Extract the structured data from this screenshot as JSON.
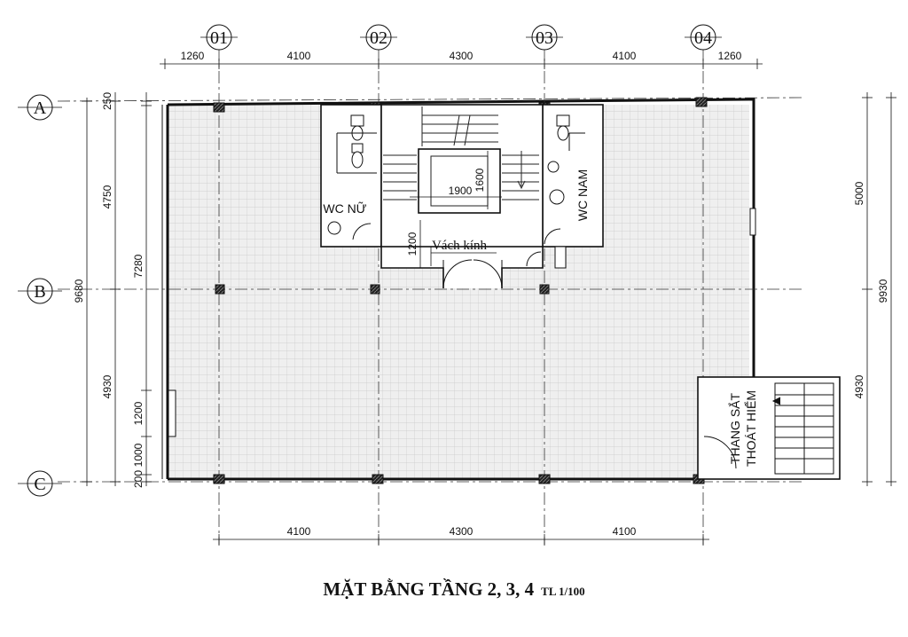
{
  "grid_axes": {
    "vertical": [
      "01",
      "02",
      "03",
      "04"
    ],
    "horizontal": [
      "A",
      "B",
      "C"
    ]
  },
  "dimensions": {
    "top": [
      "1260",
      "4100",
      "4300",
      "4100",
      "1260"
    ],
    "bottom": [
      "4100",
      "4300",
      "4100"
    ],
    "left_outer": "9680",
    "left_inner": [
      "250",
      "4750",
      "7280",
      "4930",
      "1200",
      "1000",
      "200"
    ],
    "right_outer": "9930",
    "right_inner": [
      "5000",
      "4930"
    ],
    "stair_width": "1900",
    "stair_depth": "1600",
    "lobby_depth": "1200"
  },
  "rooms": {
    "wc_female": "WC NỮ",
    "wc_male": "WC NAM",
    "glass_wall": "Vách kính",
    "fire_stair_line1": "THANG SẮT",
    "fire_stair_line2": "THOÁT HIỂM"
  },
  "title": {
    "main": "MẶT BẰNG TẦNG 2, 3, 4",
    "scale": "TL 1/100"
  }
}
